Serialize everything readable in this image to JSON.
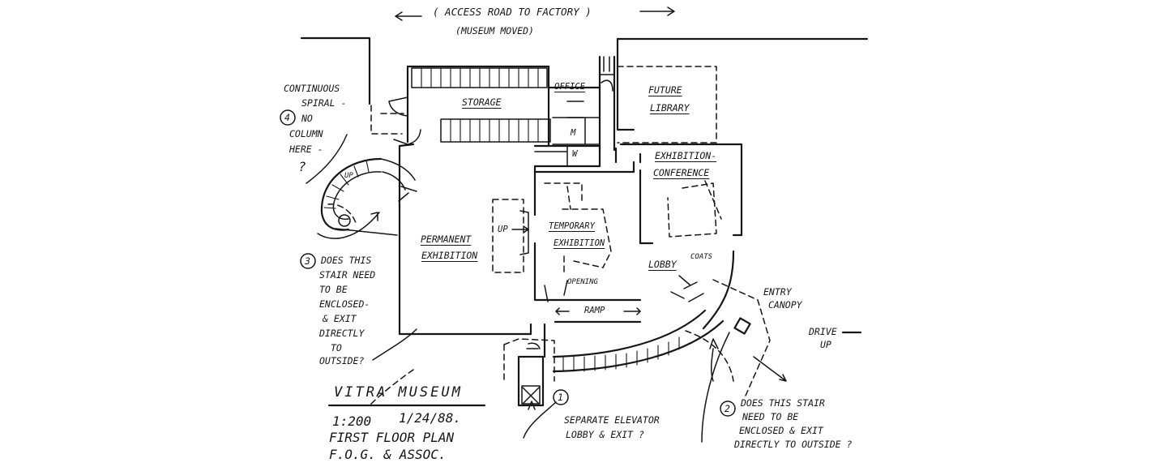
{
  "header": {
    "road": "( ACCESS ROAD TO FACTORY )",
    "moved": "(MUSEUM MOVED)"
  },
  "rooms": {
    "storage": "STORAGE",
    "office": "OFFICE",
    "m": "M",
    "w": "W",
    "future_library": [
      "FUTURE",
      "LIBRARY"
    ],
    "exhibition_conference": [
      "EXHIBITION-",
      "CONFERENCE"
    ],
    "permanent_exhibition": [
      "PERMANENT",
      "EXHIBITION"
    ],
    "temporary_exhibition": [
      "TEMPORARY",
      "EXHIBITION"
    ],
    "up_main": "UP",
    "up_spiral": "UP",
    "opening": "OPENING",
    "ramp": "RAMP",
    "lobby": "LOBBY",
    "coats": "COATS"
  },
  "notes": {
    "n4_number": "4",
    "n4_lines": [
      "CONTINUOUS",
      "SPIRAL -",
      "NO",
      "COLUMN",
      "HERE -",
      "?"
    ],
    "n3_number": "3",
    "n3_lines": [
      "DOES THIS",
      "STAIR NEED",
      "TO BE",
      "ENCLOSED-",
      "& EXIT",
      "DIRECTLY",
      "TO",
      "OUTSIDE?"
    ],
    "n1_number": "1",
    "n1_lines": [
      "SEPARATE ELEVATOR",
      "LOBBY & EXIT ?"
    ],
    "n2_number": "2",
    "n2_lines": [
      "DOES THIS STAIR",
      "NEED TO BE",
      "ENCLOSED & EXIT",
      "DIRECTLY TO OUTSIDE ?"
    ],
    "entry_canopy": [
      "ENTRY",
      "CANOPY"
    ],
    "drive_up": [
      "DRIVE -",
      "UP"
    ]
  },
  "title_block": {
    "title": "VITRA MUSEUM",
    "scale": "1:200",
    "date": "1/24/88.",
    "plan": "FIRST FLOOR PLAN",
    "firm": "F.O.G. & ASSOC."
  }
}
